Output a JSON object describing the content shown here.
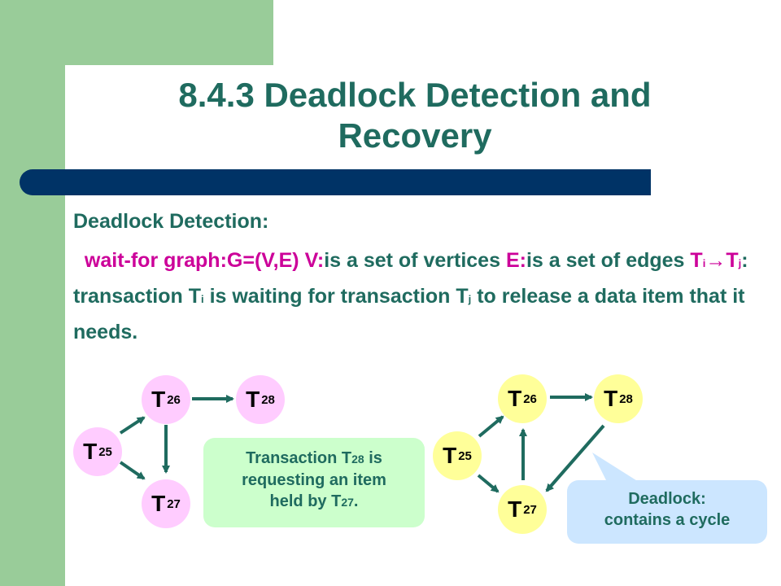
{
  "slide": {
    "title": "8.4.3 Deadlock Detection and Recovery",
    "heading": "Deadlock Detection:",
    "para": {
      "wfg_label": "wait-for graph:",
      "g_def": "G=(V,E)",
      "v_label": "V:",
      "v_text": "is a set of vertices",
      "e_label": "E:",
      "e_text": "is a set of edges",
      "edge_t1": "T",
      "edge_sub_i": "i",
      "edge_arrow": "→T",
      "edge_sub_j": "j",
      "edge_colon": ":",
      "transaction_text": "transaction T",
      "waiting_text": "is waiting for transaction T",
      "release_text": "to release a data item that it  needs",
      "period": "."
    }
  },
  "graph_left": {
    "nodes": [
      {
        "letter": "T",
        "num": "25"
      },
      {
        "letter": "T",
        "num": "26"
      },
      {
        "letter": "T",
        "num": "27"
      },
      {
        "letter": "T",
        "num": "28"
      }
    ],
    "callout": {
      "line1_a": "Transaction T",
      "line1_sub": "28",
      "line1_b": " is",
      "line2": "requesting an item",
      "line3_a": "held by T",
      "line3_sub": "27",
      "line3_b": "."
    }
  },
  "graph_right": {
    "nodes": [
      {
        "letter": "T",
        "num": "25"
      },
      {
        "letter": "T",
        "num": "26"
      },
      {
        "letter": "T",
        "num": "27"
      },
      {
        "letter": "T",
        "num": "28"
      }
    ],
    "callout": {
      "line1": "Deadlock:",
      "line2": "contains a cycle"
    }
  },
  "colors": {
    "accent_green": "#99cc99",
    "title_teal": "#1f6b5f",
    "bar_navy": "#003366",
    "highlight_magenta": "#cc0099",
    "node_pink": "#ffccff",
    "node_yellow": "#ffff99",
    "edge_green": "#1f6b5f",
    "callout_green": "#ccffcc",
    "callout_blue": "#cce6ff"
  }
}
